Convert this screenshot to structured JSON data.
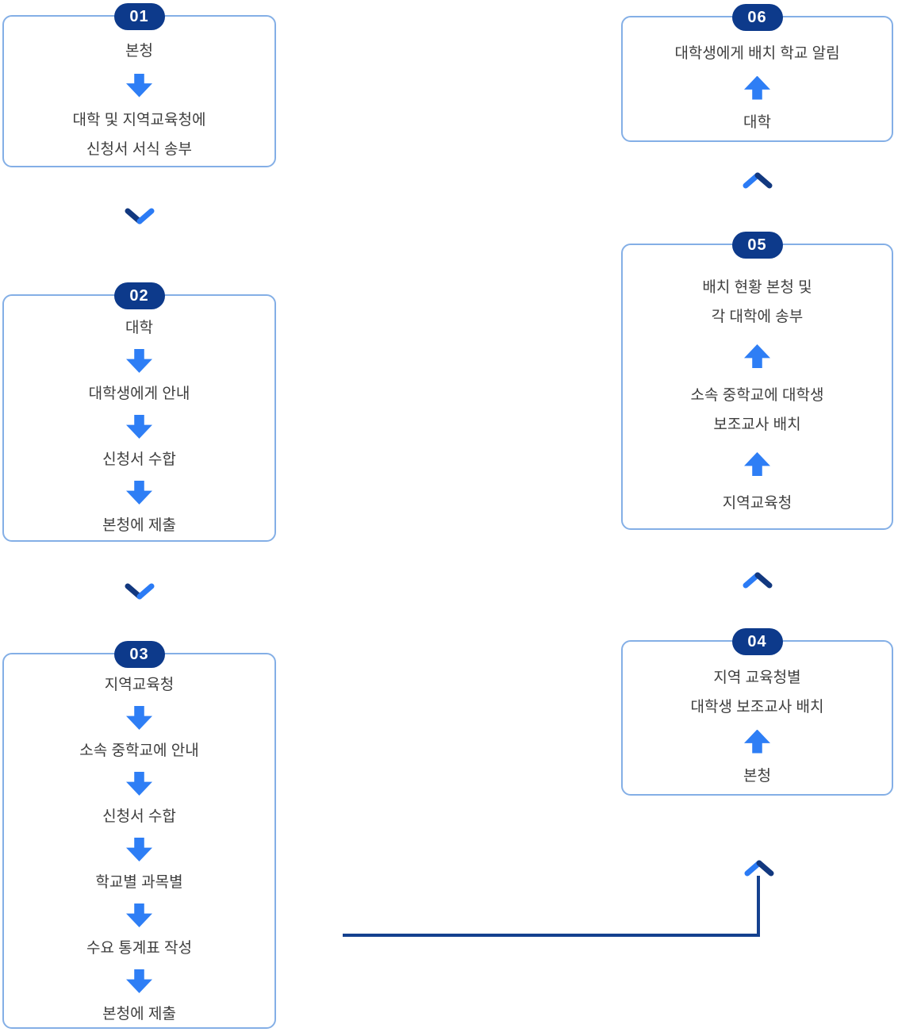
{
  "colors": {
    "badge_bg": "#0d3a8b",
    "badge_text": "#ffffff",
    "box_border": "#84afe6",
    "step_text": "#3d3d3d",
    "block_arrow_blue": "#2e7ef5",
    "chevron_bright_blue": "#2b7bf5",
    "chevron_dark_navy": "#12387f",
    "connector_navy": "#14418f"
  },
  "flow": {
    "box01": {
      "number": "01",
      "steps": [
        [
          "본청"
        ],
        [
          "대학 및 지역교육청에",
          "신청서 서식 송부"
        ]
      ]
    },
    "box02": {
      "number": "02",
      "steps": [
        [
          "대학"
        ],
        [
          "대학생에게 안내"
        ],
        [
          "신청서 수합"
        ],
        [
          "본청에 제출"
        ]
      ]
    },
    "box03": {
      "number": "03",
      "steps": [
        [
          "지역교육청"
        ],
        [
          "소속 중학교에 안내"
        ],
        [
          "신청서 수합"
        ],
        [
          "학교별 과목별"
        ],
        [
          "수요 통계표 작성"
        ],
        [
          "본청에 제출"
        ]
      ]
    },
    "box04": {
      "number": "04",
      "steps": [
        [
          "지역 교육청별",
          "대학생 보조교사 배치"
        ],
        [
          "본청"
        ]
      ]
    },
    "box05": {
      "number": "05",
      "steps": [
        [
          "배치 현황 본청 및",
          "각 대학에 송부"
        ],
        [
          "소속 중학교에 대학생",
          "보조교사 배치"
        ],
        [
          "지역교육청"
        ]
      ]
    },
    "box06": {
      "number": "06",
      "steps": [
        [
          "대학생에게 배치 학교 알림"
        ],
        [
          "대학"
        ]
      ]
    }
  }
}
